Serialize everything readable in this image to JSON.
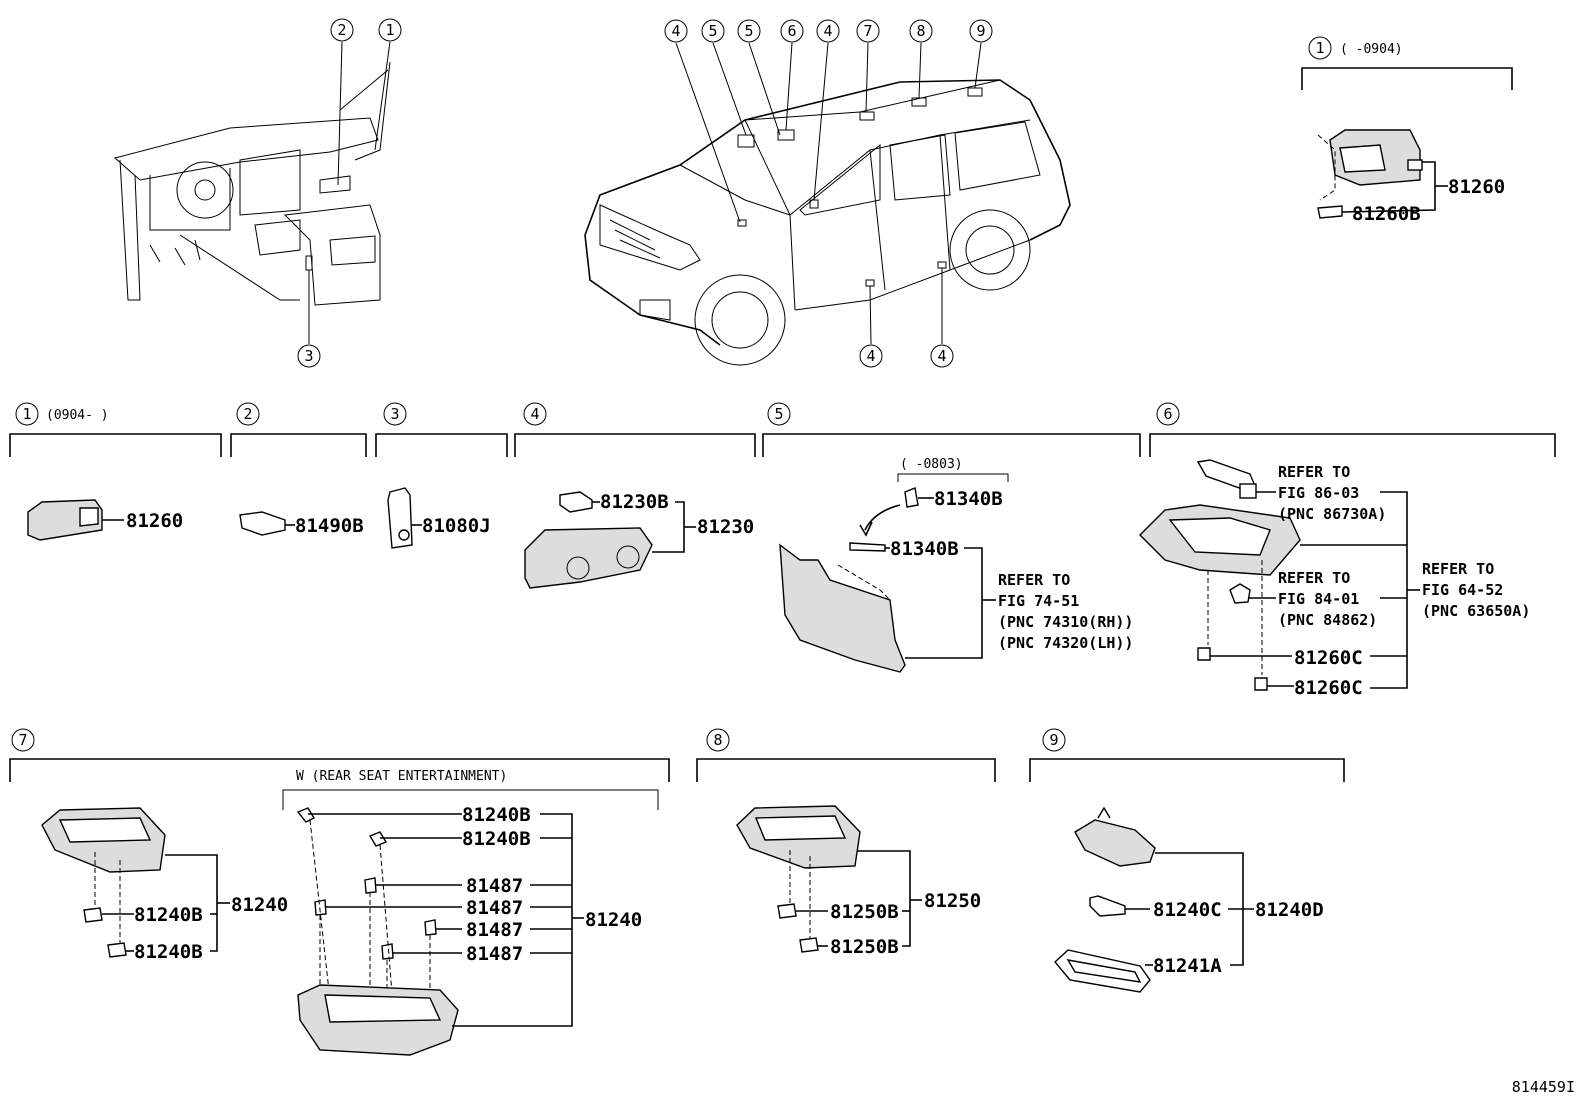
{
  "callouts": {
    "c1": "1",
    "c2": "2",
    "c3": "3",
    "c4": "4",
    "c5": "5",
    "c6": "6",
    "c7": "7",
    "c8": "8",
    "c9": "9"
  },
  "sections": {
    "s1_top": {
      "date_range": "(     -0904)",
      "parts": [
        "81260",
        "81260B"
      ]
    },
    "s1": {
      "date_range": "(0904-     )",
      "parts": [
        "81260"
      ]
    },
    "s2": {
      "parts": [
        "81490B"
      ]
    },
    "s3": {
      "parts": [
        "81080J"
      ]
    },
    "s4": {
      "parts": [
        "81230B",
        "81230"
      ]
    },
    "s5": {
      "date_range": "(     -0803)",
      "parts": [
        "81340B",
        "81340B"
      ],
      "refer": [
        "REFER TO",
        "FIG 74-51",
        "(PNC 74310(RH))",
        "(PNC 74320(LH))"
      ]
    },
    "s6": {
      "refer_a": [
        "REFER TO",
        "FIG 86-03",
        "(PNC 86730A)"
      ],
      "refer_b": [
        "REFER TO",
        "FIG 84-01",
        "(PNC 84862)"
      ],
      "refer_c": [
        "REFER TO",
        "FIG 64-52",
        "(PNC 63650A)"
      ],
      "parts": [
        "81260C",
        "81260C"
      ]
    },
    "s7": {
      "group_label": "W (REAR SEAT ENTERTAINMENT)",
      "left_parts": [
        "81240B",
        "81240B",
        "81240"
      ],
      "right_parts": [
        "81240B",
        "81240B",
        "81487",
        "81487",
        "81487",
        "81487",
        "81240"
      ]
    },
    "s8": {
      "parts": [
        "81250B",
        "81250B",
        "81250"
      ]
    },
    "s9": {
      "parts": [
        "81240C",
        "81240D",
        "81241A"
      ]
    }
  },
  "figure_id": "814459I"
}
